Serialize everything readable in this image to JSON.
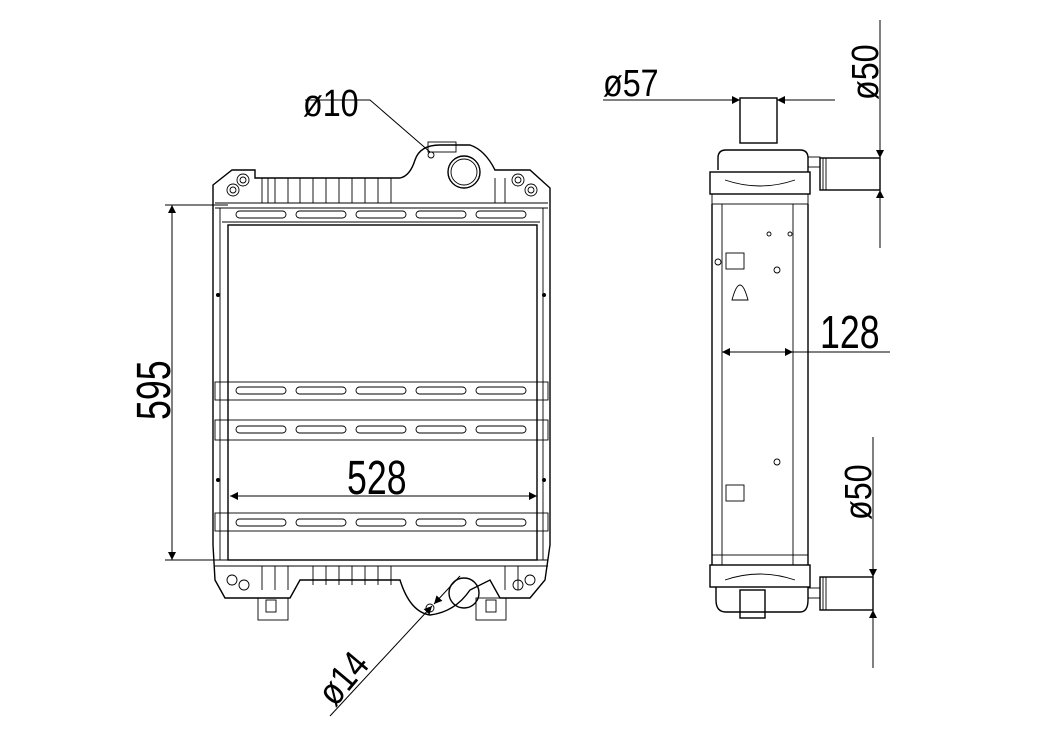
{
  "drawing": {
    "front_view": {
      "filler_hole_dim": "ø10",
      "height_dim": "595",
      "width_dim": "528",
      "drain_hole_dim": "ø14"
    },
    "side_view": {
      "neck_dim": "ø57",
      "top_pipe_dim": "ø50",
      "depth_dim": "128",
      "bottom_pipe_dim": "ø50"
    }
  }
}
